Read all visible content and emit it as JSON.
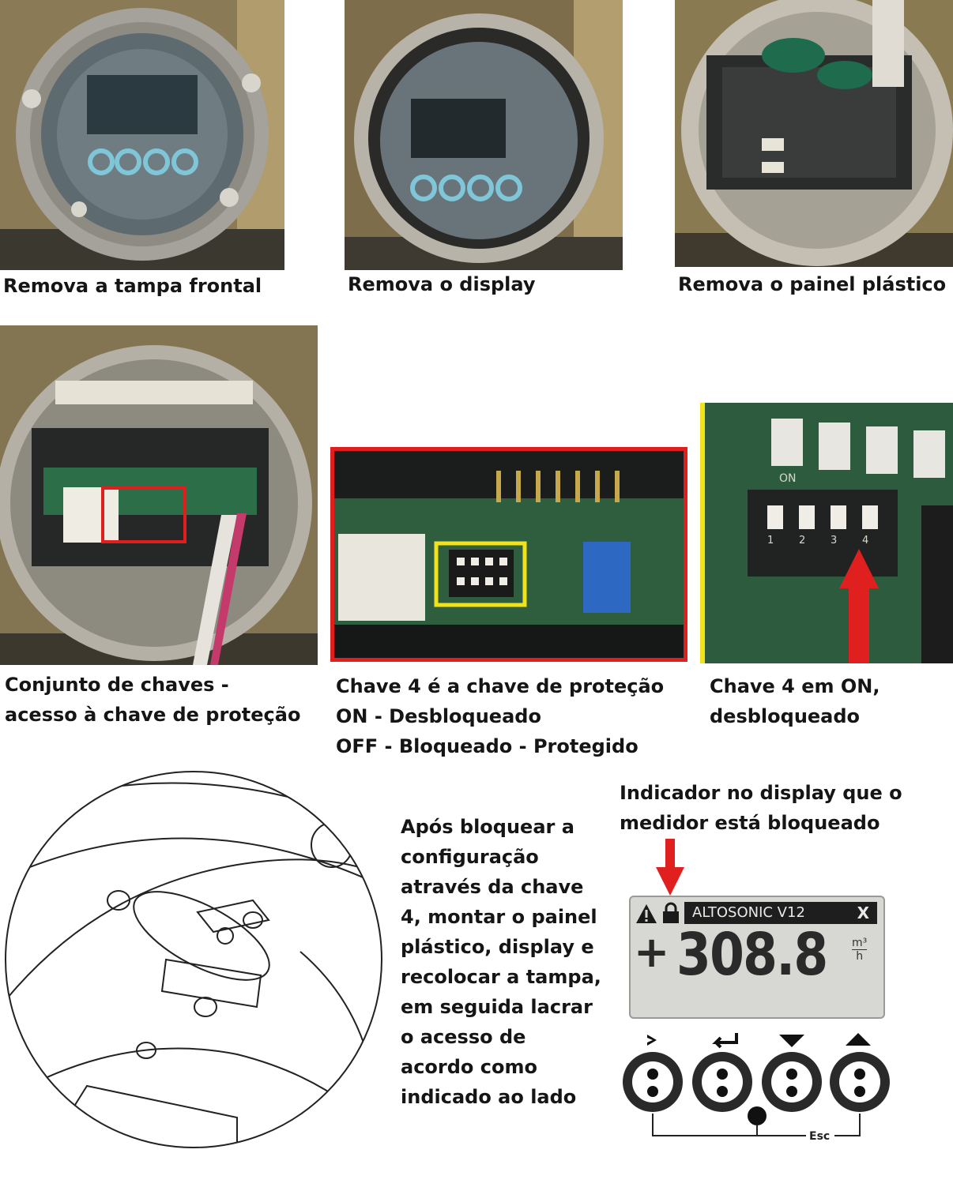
{
  "captions": {
    "step1": "Remova a tampa frontal",
    "step2": "Remova o display",
    "step3": "Remova o painel plástico",
    "step4": [
      "Conjunto de chaves -",
      "acesso à chave de proteção"
    ],
    "step5": [
      "Chave 4 é a chave de proteção",
      "ON - Desbloqueado",
      "OFF - Bloqueado - Protegido"
    ],
    "step6": [
      "Chave 4 em ON,",
      "desbloqueado"
    ],
    "indicator": [
      "Indicador no display que o",
      "medidor está bloqueado"
    ],
    "instructions": [
      "Após bloquear a",
      "configuração",
      "através da chave",
      "4, montar o painel",
      "plástico, display e",
      "recolocar a tampa,",
      "em seguida lacrar",
      "o acesso de",
      "acordo como",
      "indicado ao lado"
    ]
  },
  "display": {
    "title": "ALTOSONIC V12",
    "close": "X",
    "sign": "+",
    "value": "308.8",
    "unit_top": "m³",
    "unit_bottom": "h",
    "esc_label": "Esc"
  },
  "switch_numbers": [
    "1",
    "2",
    "3",
    "4"
  ],
  "switch_header": "ON",
  "colors": {
    "highlight_red": "#e01e1e",
    "highlight_yellow": "#f2e21a",
    "lcd_background": "#d7d7d3",
    "pcb_green": "#2d6b46"
  },
  "icons": [
    "warning-icon",
    "lock-icon",
    "arrow-right-icon",
    "enter-icon",
    "arrow-down-icon",
    "arrow-up-icon",
    "red-arrow-icon"
  ]
}
